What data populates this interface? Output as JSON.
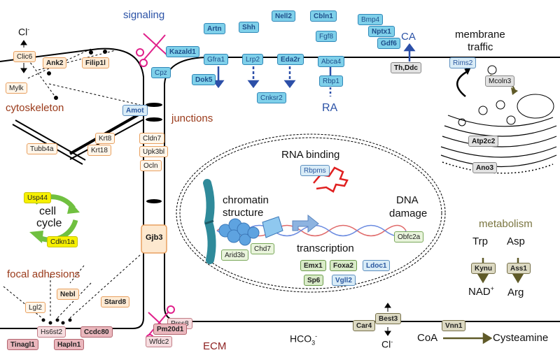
{
  "sections": {
    "signaling": "signaling",
    "membrane_traffic_1": "membrane",
    "membrane_traffic_2": "traffic",
    "cytoskeleton": "cytoskeleton",
    "junctions": "junctions",
    "rna_binding": "RNA binding",
    "chromatin_1": "chromatin",
    "chromatin_2": "structure",
    "dna_damage_1": "DNA",
    "dna_damage_2": "damage",
    "transcription": "transcription",
    "cell_cycle_1": "cell",
    "cell_cycle_2": "cycle",
    "metabolism": "metabolism",
    "focal_adhesions": "focal adhesions",
    "ecm": "ECM"
  },
  "ions": {
    "cl_top": "Cl",
    "cl_top_sup": "-",
    "ca": "CA",
    "ra": "RA",
    "hco3": "HCO",
    "hco3_sub": "3",
    "hco3_sup": "-",
    "cl_bottom": "Cl",
    "cl_bottom_sup": "-",
    "trp": "Trp",
    "asp": "Asp",
    "nad": "NAD",
    "nad_sup": "+",
    "arg": "Arg",
    "coa": "CoA",
    "cysteamine": "Cysteamine"
  },
  "genes": {
    "clic6": "Clic6",
    "ank2": "Ank2",
    "filip1l": "Filip1l",
    "mylk": "Mylk",
    "amot": "Amot",
    "krt8": "Krt8",
    "krt18": "Krt18",
    "tubb4a": "Tubb4a",
    "cldn7": "Cldn7",
    "upk3bl": "Upk3bl",
    "ocln": "Ocln",
    "usp44": "Usp44",
    "cdkn1a": "Cdkn1a",
    "gjb3": "Gjb3",
    "nebl": "Nebl",
    "lgl2": "Lgl2",
    "stard8": "Stard8",
    "hs6st2": "Hs6st2",
    "ccdc80": "Ccdc80",
    "tinagl1": "Tinagl1",
    "hapln1": "Hapln1",
    "prss8": "Prss8",
    "pm20d1": "Pm20d1",
    "wfdc2": "Wfdc2",
    "kazald1": "Kazald1",
    "cpz": "Cpz",
    "artn": "Artn",
    "shh": "Shh",
    "nell2": "Nell2",
    "cbln1": "Cbln1",
    "bmp4": "Bmp4",
    "nptx1": "Nptx1",
    "gdf6": "Gdf6",
    "fgf8": "Fgf8",
    "gfra1": "Gfra1",
    "dok5": "Dok5",
    "lrp2": "Lrp2",
    "eda2r": "Eda2r",
    "cnksr2": "Cnksr2",
    "abca4": "Abca4",
    "rbp1": "Rbp1",
    "th_ddc": "Th,Ddc",
    "rims2": "Rims2",
    "mcoln3": "Mcoln3",
    "atp2c2": "Atp2c2",
    "ano3": "Ano3",
    "rbpms": "Rbpms",
    "arid3b": "Arid3b",
    "chd7": "Chd7",
    "obfc2a": "Obfc2a",
    "emx1": "Emx1",
    "foxa2": "Foxa2",
    "ldoc1": "Ldoc1",
    "sp6": "Sp6",
    "vgll2": "Vgll2",
    "kynu": "Kynu",
    "ass1": "Ass1",
    "car4": "Car4",
    "best3": "Best3",
    "vnn1": "Vnn1"
  },
  "colors": {
    "membrane": "#000000",
    "signaling_arrow": "#2c4fa8",
    "scissors": "#e0208a",
    "rna": "#e02020",
    "chromosome": "#2f8a9a",
    "nucleosome": "#5ea3e0",
    "cell_cycle_arrow": "#70c040",
    "metabolism_arrow": "#5f5a28"
  }
}
